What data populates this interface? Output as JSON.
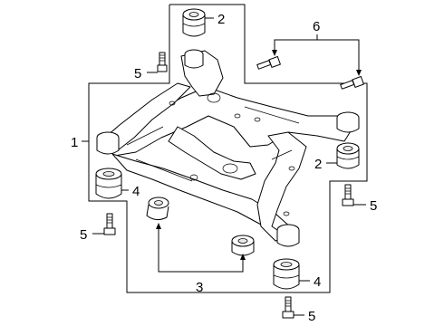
{
  "callouts": {
    "c1": "1",
    "c2_top": "2",
    "c2_right": "2",
    "c3": "3",
    "c4_left": "4",
    "c4_bottom": "4",
    "c5_top": "5",
    "c5_left": "5",
    "c5_right": "5",
    "c5_bottom": "5",
    "c6": "6"
  }
}
